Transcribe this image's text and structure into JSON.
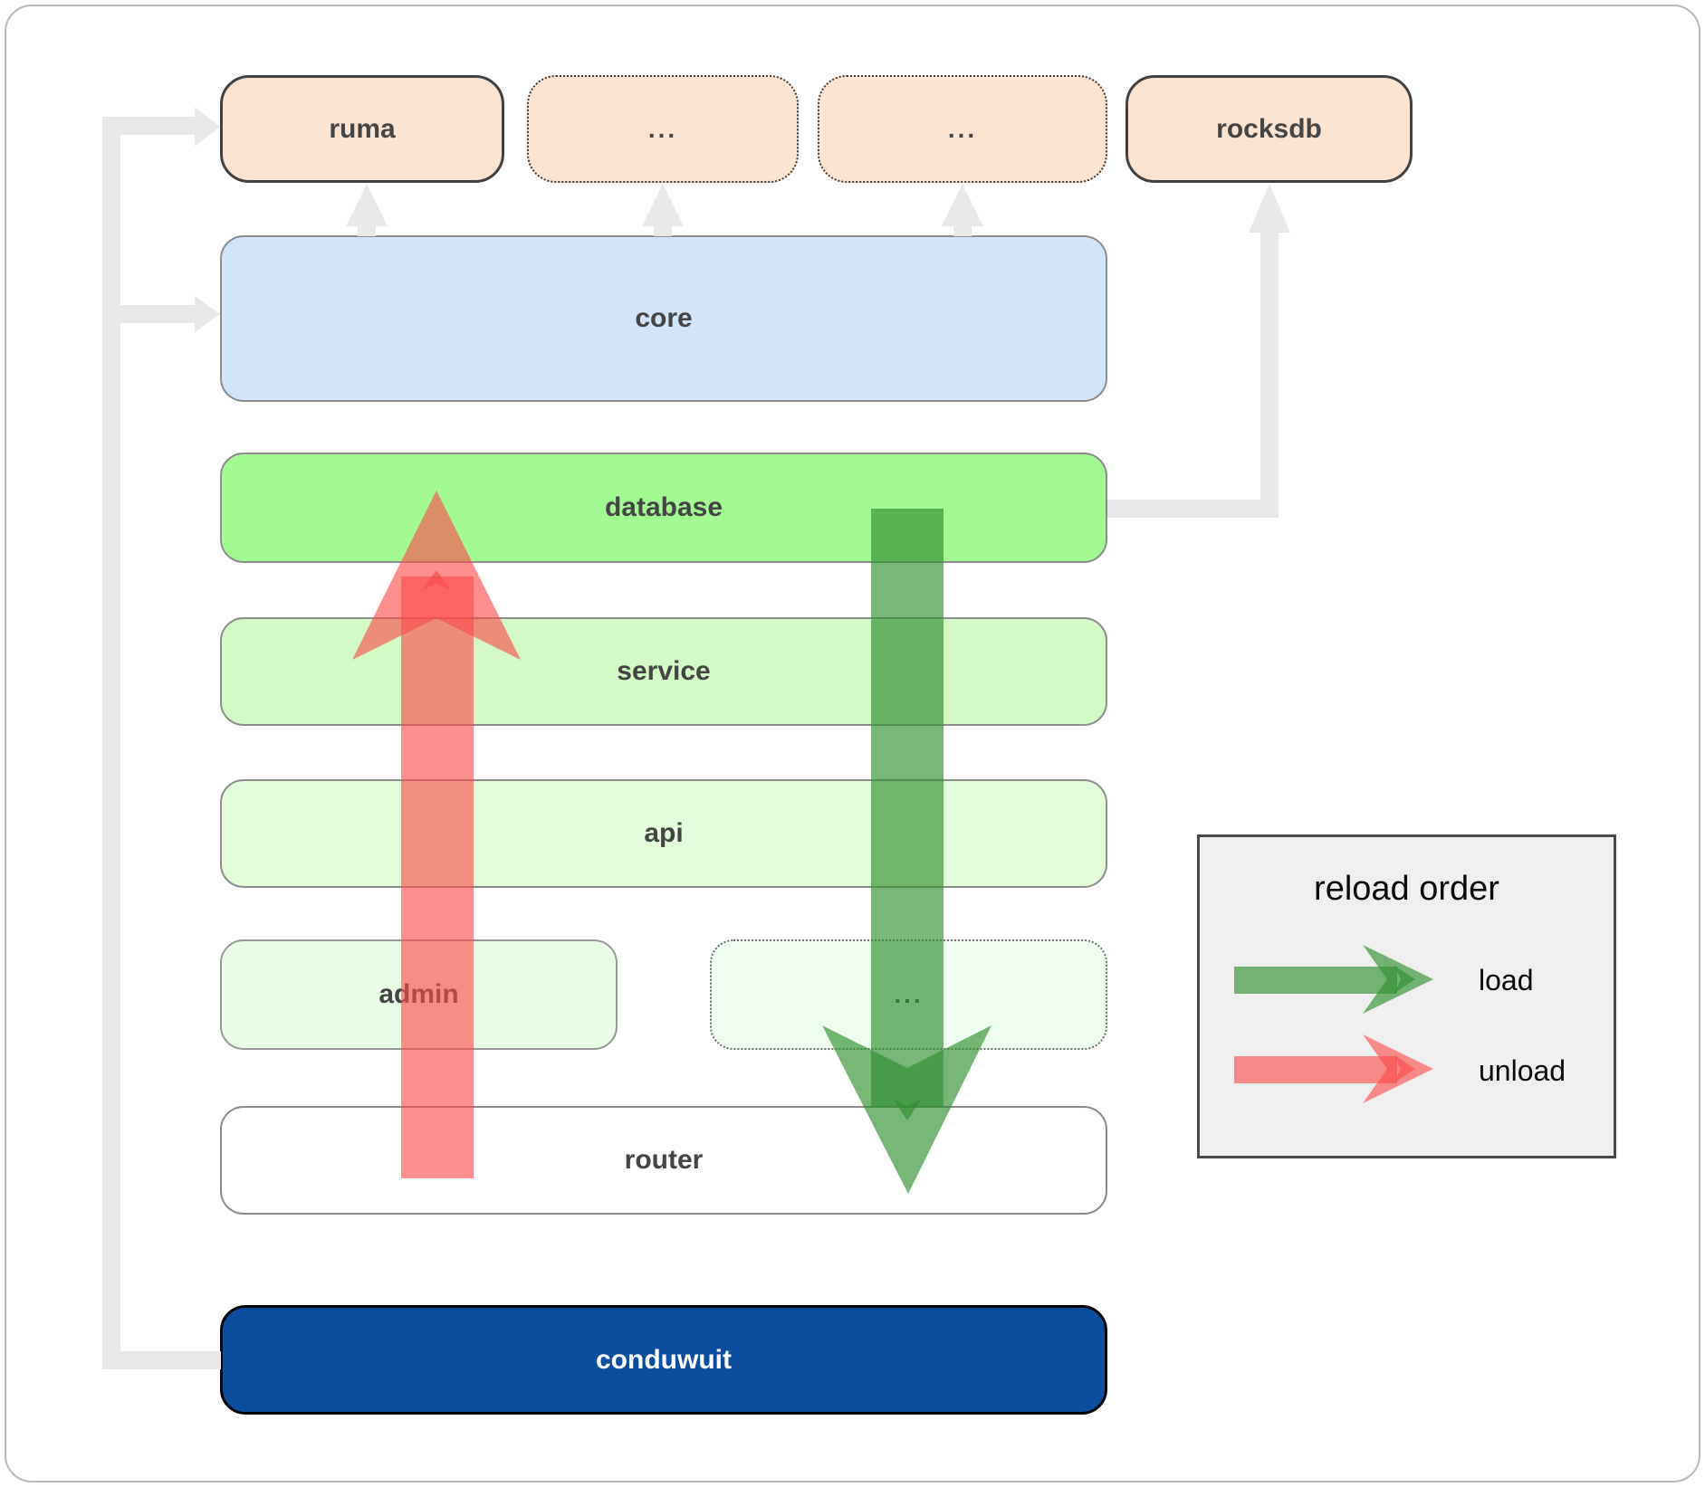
{
  "diagram": {
    "nodes": {
      "ruma": {
        "label": "ruma"
      },
      "ellipsis1": {
        "label": "..."
      },
      "ellipsis2": {
        "label": "..."
      },
      "rocksdb": {
        "label": "rocksdb"
      },
      "core": {
        "label": "core"
      },
      "database": {
        "label": "database"
      },
      "service": {
        "label": "service"
      },
      "api": {
        "label": "api"
      },
      "admin": {
        "label": "admin"
      },
      "ellipsis3": {
        "label": "..."
      },
      "router": {
        "label": "router"
      },
      "conduwuit": {
        "label": "conduwuit"
      }
    },
    "connectors": [
      "conduwuit-to-ruma",
      "conduwuit-to-core",
      "core-to-ruma",
      "core-to-ellipsis1",
      "core-to-ellipsis2",
      "database-to-rocksdb"
    ],
    "flows": [
      {
        "name": "load",
        "direction": "down",
        "from": "database",
        "to": "router"
      },
      {
        "name": "unload",
        "direction": "up",
        "from": "router",
        "to": "database"
      }
    ]
  },
  "legend": {
    "title": "reload order",
    "load_label": "load",
    "unload_label": "unload"
  },
  "colors": {
    "peach_fill": "#fce4d3",
    "peach_border": "#414141",
    "core_fill": "#d2e4f8",
    "database_fill": "#a3fa93",
    "service_fill": "#d3f9c6",
    "api_fill": "#e2fbda",
    "admin_fill": "#eafde6",
    "router_fill": "#ffffff",
    "conduwuit_fill": "#0c4d9d",
    "connector_gray": "#e9e9e9",
    "load_green": "#2f8f2f",
    "unload_red": "#fb4b4b",
    "legend_bg": "#efefef",
    "node_border_gray": "#8c8c8c"
  }
}
